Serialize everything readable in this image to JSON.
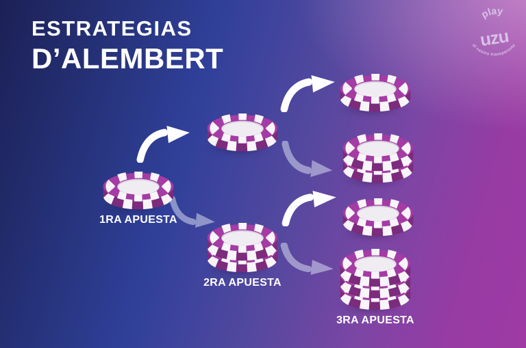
{
  "title": {
    "line1": "ESTRATEGIAS",
    "line2": "D’ALEMBERT"
  },
  "logo": {
    "play": "play",
    "brand": "uzu",
    "tagline": "el casino transparente"
  },
  "diagram": {
    "nodes": [
      {
        "id": "bet1",
        "chips": 1,
        "label": "1RA APUESTA"
      },
      {
        "id": "win1",
        "chips": 1,
        "label": ""
      },
      {
        "id": "bet2",
        "chips": 2,
        "label": "2RA APUESTA"
      },
      {
        "id": "win1-win",
        "chips": 1,
        "label": ""
      },
      {
        "id": "win1-lose",
        "chips": 2,
        "label": ""
      },
      {
        "id": "bet2-win",
        "chips": 1,
        "label": ""
      },
      {
        "id": "bet3",
        "chips": 3,
        "label": "3RA APUESTA"
      }
    ],
    "edges": [
      {
        "from": "bet1",
        "to": "win1",
        "outcome": "win"
      },
      {
        "from": "bet1",
        "to": "bet2",
        "outcome": "lose"
      },
      {
        "from": "win1",
        "to": "win1-win",
        "outcome": "win"
      },
      {
        "from": "win1",
        "to": "win1-lose",
        "outcome": "lose"
      },
      {
        "from": "bet2",
        "to": "bet2-win",
        "outcome": "win"
      },
      {
        "from": "bet2",
        "to": "bet3",
        "outcome": "lose"
      }
    ]
  },
  "colors": {
    "bg_navy": "#1c2055",
    "bg_blue": "#30409a",
    "bg_magenta": "#a039a4",
    "bg_pink_glow": "#ecbae6",
    "chip_purple": "#a53ba5",
    "chip_rim_dark": "#7c2b7d",
    "chip_white": "#f7f5f9",
    "chip_center": "#f0edf2",
    "chip_center_shadow": "#d8d2de",
    "arrow_win": "#ffffff",
    "arrow_lose": "#dde1f2",
    "text": "#ffffff",
    "logo": "#e4d9f4"
  }
}
